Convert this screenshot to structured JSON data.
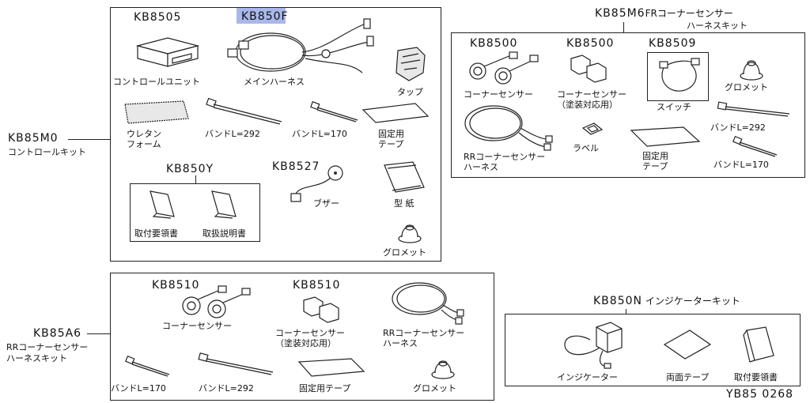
{
  "footer_code": "YB85 0268",
  "control_kit": {
    "code": "KB85M0",
    "name": "コントロールキット",
    "parts": {
      "control_unit": {
        "code": "KB8505",
        "name": "コントロールユニット"
      },
      "main_harness": {
        "code": "KB850F",
        "name": "メインハーネス"
      },
      "tap": {
        "name": "タップ"
      },
      "urethane_foam": {
        "name": "ウレタン\nフォーム"
      },
      "band_292": {
        "name": "バンドL=292"
      },
      "band_170": {
        "name": "バンドL=170"
      },
      "fixing_tape": {
        "name": "固定用\nテープ"
      },
      "buzzer": {
        "code": "KB8527",
        "name": "ブザー"
      },
      "template": {
        "name": "型 紙"
      },
      "grommet": {
        "name": "グロメット"
      },
      "documents": {
        "code": "KB850Y",
        "install_guide": "取付要領書",
        "manual": "取扱説明書"
      }
    }
  },
  "fr_harness_kit": {
    "code": "KB85M6",
    "name_line1": "FRコーナーセンサー",
    "name_line2": "ハーネスキット",
    "parts": {
      "corner_sensor": {
        "code": "KB8500",
        "name": "コーナーセンサー"
      },
      "corner_sensor_paint": {
        "code": "KB8500",
        "name": "コーナーセンサー\n（塗装対応用）"
      },
      "switch": {
        "code": "KB8509",
        "name": "スイッチ"
      },
      "grommet": {
        "name": "グロメット"
      },
      "band_292": {
        "name": "バンドL=292"
      },
      "rr_harness": {
        "name": "RRコーナーセンサー\nハーネス"
      },
      "label": {
        "name": "ラベル"
      },
      "fixing_tape": {
        "name": "固定用\nテープ"
      },
      "band_170": {
        "name": "バンドL=170"
      }
    }
  },
  "rr_harness_kit": {
    "code": "KB85A6",
    "name_line1": "RRコーナーセンサー",
    "name_line2": "ハーネスキット",
    "parts": {
      "corner_sensor": {
        "code": "KB8510",
        "name": "コーナーセンサー"
      },
      "corner_sensor_paint": {
        "code": "KB8510",
        "name": "コーナーセンサー\n（塗装対応用）"
      },
      "rr_harness": {
        "name": "RRコーナーセンサー\nハーネス"
      },
      "band_170": {
        "name": "バンドL=170"
      },
      "band_292": {
        "name": "バンドL=292"
      },
      "fixing_tape": {
        "name": "固定用テープ"
      },
      "grommet": {
        "name": "グロメット"
      }
    }
  },
  "indicator_kit": {
    "code": "KB850N",
    "name": "インジケーターキット",
    "parts": {
      "indicator": {
        "name": "インジケーター"
      },
      "double_tape": {
        "name": "両面テープ"
      },
      "install_guide": {
        "name": "取付要領書"
      }
    }
  },
  "colors": {
    "highlight": "#a9b8ea",
    "line": "#222222"
  }
}
